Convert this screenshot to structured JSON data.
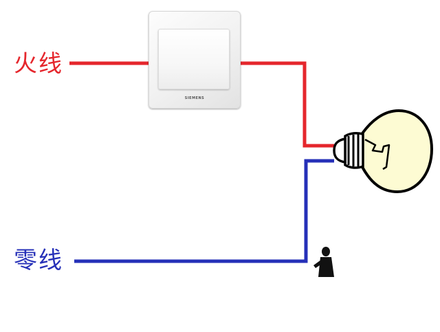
{
  "labels": {
    "live_wire": "火线",
    "neutral_wire": "零线"
  },
  "switch": {
    "brand": "SIEMENS"
  },
  "colors": {
    "live_wire": "#e5262c",
    "neutral_wire": "#2630b8",
    "bulb_glass": "#fdfbd3",
    "bulb_outline": "#000000",
    "background": "#ffffff"
  }
}
